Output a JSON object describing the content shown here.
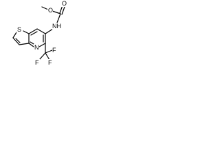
{
  "structure": {
    "atoms": {
      "ester_oxygen": "O",
      "carbonyl_oxygen": "O",
      "amide_nitrogen": "NH",
      "sulfur": "S",
      "ring_nitrogen": "N",
      "fluorine_top": "F",
      "fluorine_left": "F",
      "fluorine_bottom": "F"
    },
    "colors": {
      "bond": "#000000",
      "label": "#000000",
      "background": "#ffffff"
    }
  }
}
